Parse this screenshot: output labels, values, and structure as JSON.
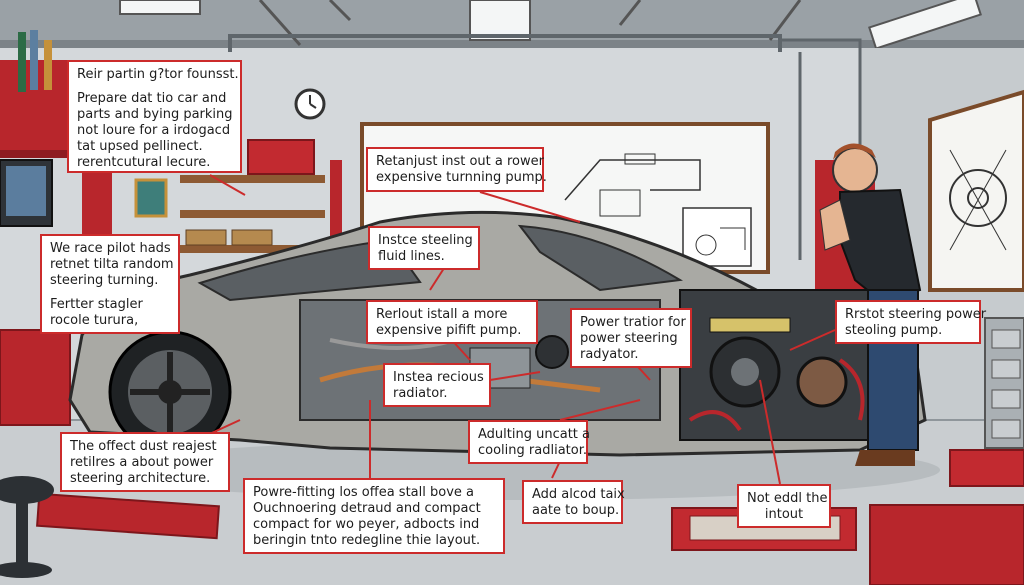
{
  "colors": {
    "callout_border": "#cc2b2b",
    "callout_fill": "#ffffff",
    "leader_line": "#cc2b2b",
    "car_body": "#a9a9a4",
    "garage_wall": "#d9dde0",
    "cabinet_red": "#b8262c"
  },
  "callouts": {
    "top_left": {
      "line1": "Reir partin g?tor founsst.",
      "line2": "Prepare dat tio car and",
      "line3": "parts and bying parking",
      "line4": "not loure for a irdogacd",
      "line5": "tat upsed pellinect.",
      "line6": "rerentcutural lecure."
    },
    "left_mid": {
      "line1": "We race pilot hads",
      "line2": "retnet tilta random",
      "line3": "steering turning.",
      "line4": "Fertter stagler",
      "line5": "rocole turura,"
    },
    "top_center": {
      "line1": "Retanjust inst out a rower",
      "line2": "expensive turnning pump."
    },
    "steering_lines": {
      "line1": "Instce steeling",
      "line2": "fluid lines."
    },
    "pump": {
      "line1": "Rerlout istall a more",
      "line2": "expensive pifift pump."
    },
    "power_steering": {
      "line1": "Power tratior for",
      "line2": "power steering",
      "line3": "radyator."
    },
    "right": {
      "line1": "Rrstot steering power",
      "line2": "steoling pump."
    },
    "radiator": {
      "line1": "Instea recious",
      "line2": "radiator."
    },
    "bottom_left": {
      "line1": "The offect dust reajest",
      "line2": "retilres a about power",
      "line3": "steering architecture."
    },
    "cooling": {
      "line1": "Adulting uncatt a",
      "line2": "cooling radliator."
    },
    "bottom_center": {
      "line1": "Powre-fitting los offea stall bove a",
      "line2": "Ouchnoering detraud and compact",
      "line3": "compact for wo peyer, adbocts ind",
      "line4": "beringin tnto redegline thie layout."
    },
    "add": {
      "line1": "Add alcod taix",
      "line2": "aate to boup."
    },
    "not_edd": {
      "line1": "Not eddl the",
      "line2": "intout"
    }
  }
}
